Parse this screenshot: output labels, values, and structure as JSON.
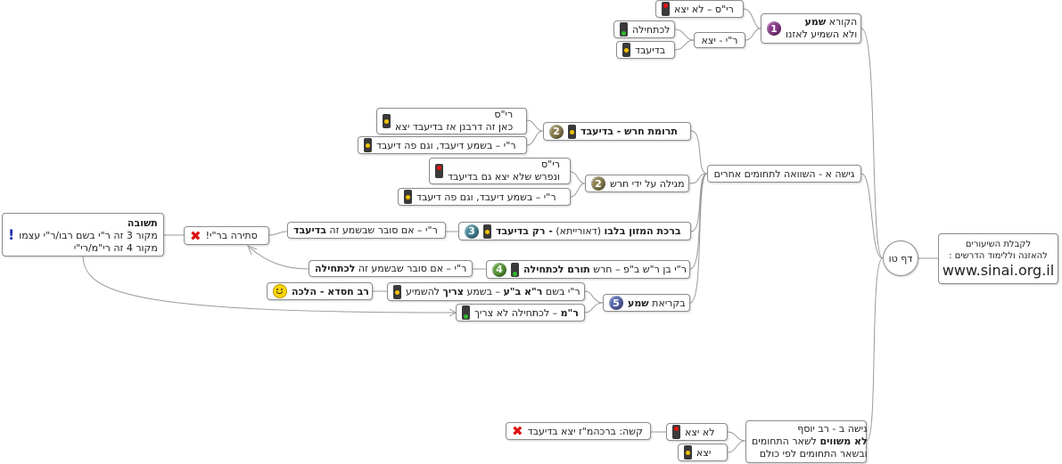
{
  "central": {
    "label": "דף טו"
  },
  "sinai": {
    "line1": "לקבלת השיעורים",
    "line2": "להאזנה וללימוד הדרשים :",
    "url": "www.sinai.org.il"
  },
  "approach_a": {
    "label": "גישה א - השוואה לתחומים אחרים"
  },
  "topic1": {
    "number": "1",
    "line1": "הקורא ",
    "line1_bold": "שמע",
    "line2": "ולא השמיע לאזנו",
    "rs": "רי\"ס – לא יצא",
    "ry": "ר\"י - יצא",
    "lechatchila": "לכתחילה",
    "bedieved": "בדיעבד"
  },
  "topic2a": {
    "number": "2",
    "label_bold": "תרומת חרש  - בדיעבד",
    "rs_line1": "רי\"ס",
    "rs_line2": "כאן זה דרבנן אז בדיעבד יצא",
    "ry": "ר\"י – בשמע דיעבד, וגם פה דיעבד"
  },
  "topic2b": {
    "number": "2",
    "label": "מגילה על ידי חרש",
    "rs_line1": "רי\"ס",
    "rs_line2": "ונפרש שלא יצא גם בדיעבד",
    "ry": "ר\"י – בשמע דיעבד, וגם פה דיעבד"
  },
  "topic3": {
    "number": "3",
    "label_bold": "ברכת המזון בלבו",
    "label_mid": " (דאורייתא) ",
    "label_bold2": " - רק בדיעבד",
    "ry": "ר\"י – אם סובר שבשמע זה ",
    "ry_bold": "בדיעבד"
  },
  "contradiction": {
    "label": "סתירה בר\"י!"
  },
  "answer": {
    "title": "תשובה",
    "line1": "מקור 3 זה ר\"י בשם רבו/ר\"י עצמו",
    "line2": "מקור 4 זה רי\"מ/רי\"י"
  },
  "topic4": {
    "number": "4",
    "label": "ר\"י בן ר\"ש ב\"פ – חרש ",
    "label_bold": "תורם לכתחילה",
    "ry": "ר\"י – אם סובר שבשמע זה ",
    "ry_bold": "לכתחילה"
  },
  "topic5": {
    "number": "5",
    "label": "בקריאת ",
    "label_bold": "שמע",
    "ry_pre": "ר\"י בשם ",
    "ry_bold": "ר\"א ב\"ע",
    "ry_mid": " – בשמע ",
    "ry_bold2": "צריך",
    "ry_post": " להשמיע",
    "rm_bold": "ר\"מ",
    "rm": " – לכתחילה לא צריך",
    "halacha": "רב חסדא - הלכה"
  },
  "approach_b": {
    "line1": "גישה ב - רב יוסף",
    "line2_bold": "לא משווים",
    "line2": " לשאר התחומים",
    "line3": "ובשאר התחומים לפי כולם",
    "no": "לא יצא",
    "yes": "יצא",
    "question": "קשה: ברכהמ\"ז יצא בדיעבד"
  }
}
